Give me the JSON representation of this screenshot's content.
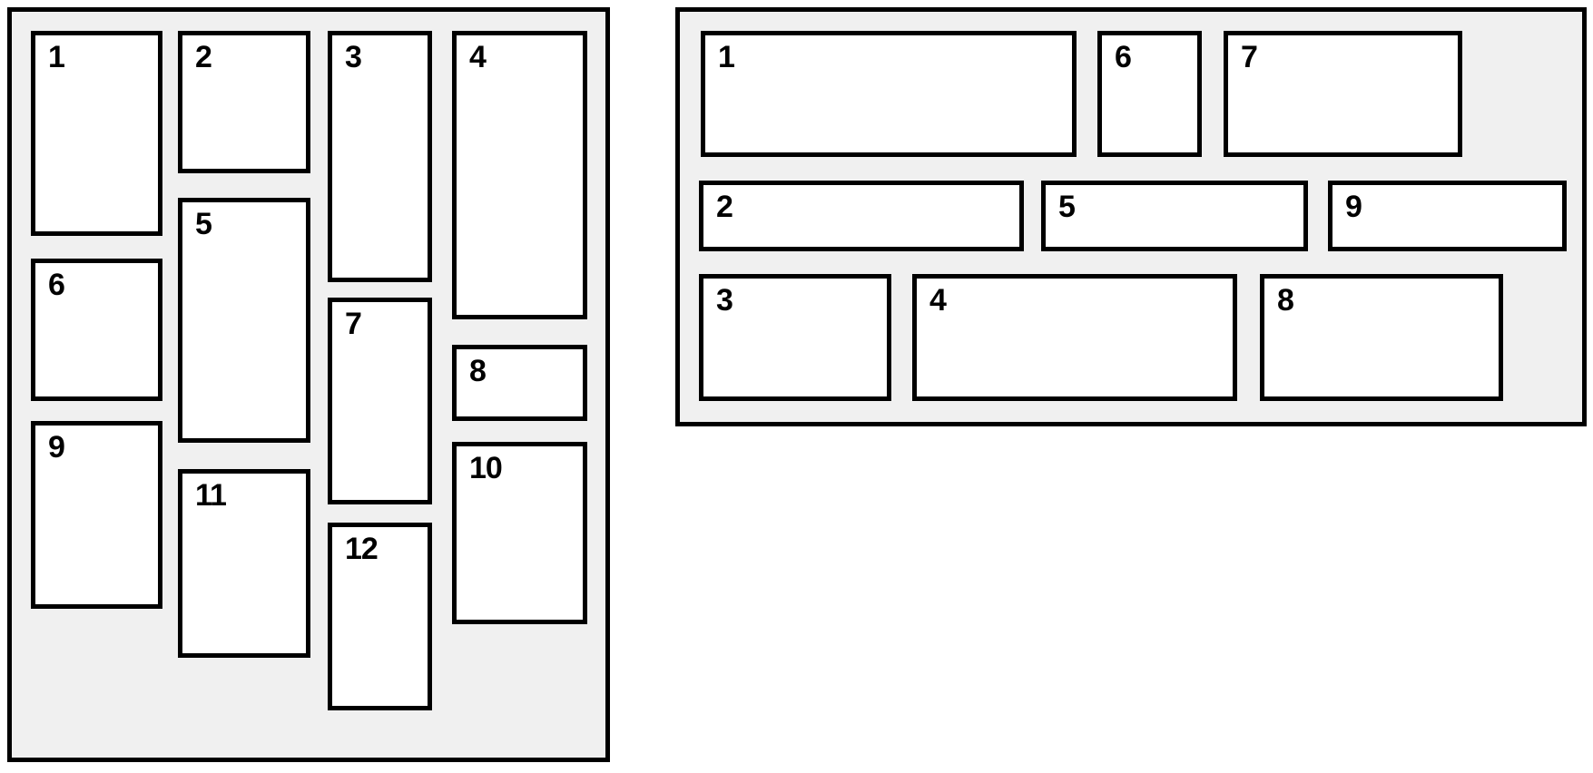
{
  "colors": {
    "page_background": "#ffffff",
    "panel_background": "#f0f0f0",
    "border_color": "#000000",
    "box_fill": "#ffffff",
    "label_color": "#000000"
  },
  "left_panel": {
    "items": [
      "1",
      "2",
      "3",
      "4",
      "5",
      "6",
      "7",
      "8",
      "9",
      "10",
      "11",
      "12"
    ]
  },
  "right_panel": {
    "items": [
      "1",
      "2",
      "3",
      "4",
      "5",
      "6",
      "7",
      "8",
      "9"
    ]
  }
}
